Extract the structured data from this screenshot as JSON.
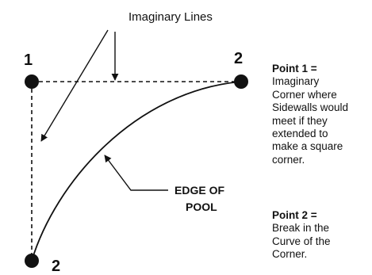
{
  "labels": {
    "imaginary_lines": "Imaginary Lines",
    "point_1": "1",
    "point_2_top": "2",
    "point_2_bottom": "2",
    "edge_of_pool_line1": "EDGE OF",
    "edge_of_pool_line2": "POOL"
  },
  "legend": [
    {
      "heading": "Point 1 =",
      "lines": [
        "Imaginary",
        "Corner where",
        "Sidewalls would",
        "meet if they",
        "extended to",
        "make a square",
        "corner."
      ]
    },
    {
      "heading": "Point 2  =",
      "lines": [
        "Break in the",
        "Curve of the",
        "Corner."
      ]
    }
  ],
  "colors": {
    "ink": "#111111",
    "background": "#ffffff"
  }
}
